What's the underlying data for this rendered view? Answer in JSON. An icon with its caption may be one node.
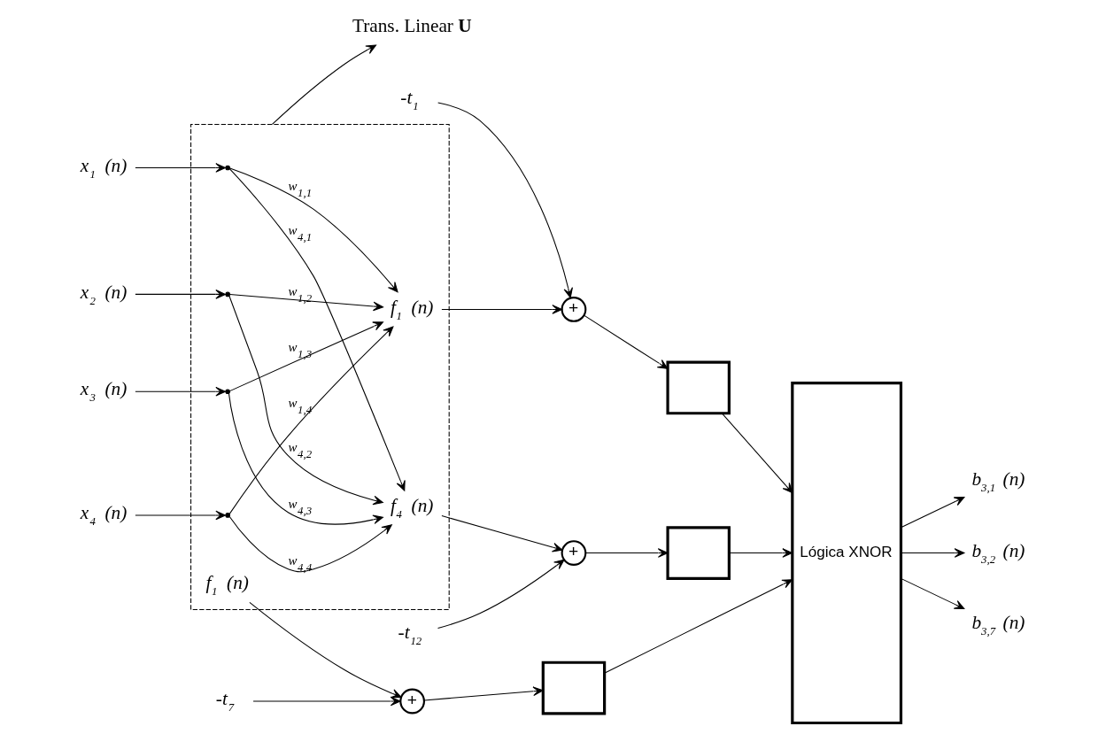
{
  "diagram": {
    "nodes": [
      {
        "text": [],
        "shape": "box"
      },
      {
        "text": [
          "x$_{1}$ (n)"
        ]
      },
      {
        "text": [
          "x$_{2}$ (n)"
        ]
      },
      {
        "text": [
          "x$_{3}$ (n)"
        ]
      },
      {
        "text": [
          "x$_{4}$ (n)"
        ]
      },
      {
        "text": [],
        "shape": "point",
        "in": 0
      },
      {
        "text": [],
        "shape": "point",
        "in": 0
      },
      {
        "text": [],
        "shape": "point",
        "in": 0
      },
      {
        "text": [],
        "shape": "point",
        "in": 0
      },
      {
        "text": [
          "f$_{1}$ (n)"
        ],
        "in": 0
      },
      {
        "text": [
          "f$_{1}$ (n)"
        ],
        "in": 0
      },
      {
        "text": [
          "f$_{4}$ (n)"
        ],
        "in": 0
      },
      {
        "text": [
          "-t$_{1}$"
        ]
      },
      {
        "text": [
          "-t$_{7}$"
        ]
      },
      {
        "text": [
          "-t$_{12}$"
        ]
      },
      {
        "text": [
          "+"
        ]
      },
      {
        "text": [
          "+"
        ]
      },
      {
        "text": [
          "+"
        ]
      },
      {
        "text": [],
        "shape": "box"
      },
      {
        "text": [],
        "shape": "box"
      },
      {
        "text": [],
        "shape": "box"
      },
      {
        "text": [
          "Lógica XNOR"
        ]
      },
      {
        "text": [
          "b$_{3,1}$ (n)"
        ]
      },
      {
        "text": [
          "b$_{3,2}$ (n)"
        ]
      },
      {
        "text": [
          "b$_{3,7}$ (n)"
        ]
      },
      {
        "text": [
          "Trans. Linear **U**"
        ]
      }
    ],
    "edges": [
      {
        "from": 1,
        "to": 5,
        "arrow": "to"
      },
      {
        "from": 2,
        "to": 6,
        "arrow": "to"
      },
      {
        "from": 3,
        "to": 7,
        "arrow": "to"
      },
      {
        "from": 4,
        "to": 8,
        "arrow": "to"
      },
      {
        "from": 5,
        "to": 9,
        "arrow": "to",
        "label": "w$_{1,1}$"
      },
      {
        "from": 6,
        "to": 9,
        "arrow": "to",
        "label": "w$_{1,2}$"
      },
      {
        "from": 7,
        "to": 9,
        "arrow": "to",
        "label": "w$_{1,3}$"
      },
      {
        "from": 8,
        "to": 9,
        "arrow": "to",
        "label": "w$_{1,4}$"
      },
      {
        "from": 5,
        "to": 11,
        "arrow": "to",
        "label": "w$_{4,1}$"
      },
      {
        "from": 6,
        "to": 11,
        "arrow": "to",
        "label": "w$_{4,2}$"
      },
      {
        "from": 7,
        "to": 11,
        "arrow": "to",
        "label": "w$_{4,3}$"
      },
      {
        "from": 8,
        "to": 11,
        "arrow": "to",
        "label": "w$_{4,4}$"
      },
      {
        "from": 9,
        "to": 15,
        "arrow": "to"
      },
      {
        "from": 10,
        "to": 16,
        "arrow": "to"
      },
      {
        "from": 11,
        "to": 17,
        "arrow": "to"
      },
      {
        "from": 12,
        "to": 15,
        "arrow": "to"
      },
      {
        "from": 13,
        "to": 16,
        "arrow": "to"
      },
      {
        "from": 14,
        "to": 17,
        "arrow": "to"
      },
      {
        "from": 15,
        "to": 18,
        "arrow": "to"
      },
      {
        "from": 16,
        "to": 19,
        "arrow": "to"
      },
      {
        "from": 17,
        "to": 20,
        "arrow": "to"
      },
      {
        "from": 18,
        "to": 21,
        "arrow": "to"
      },
      {
        "from": 19,
        "to": 21,
        "arrow": "to"
      },
      {
        "from": 20,
        "to": 21,
        "arrow": "to"
      },
      {
        "from": 21,
        "to": 22,
        "arrow": "to"
      },
      {
        "from": 21,
        "to": 23,
        "arrow": "to"
      },
      {
        "from": 21,
        "to": 24,
        "arrow": "to"
      },
      {
        "from": 0,
        "to": 25,
        "arrow": "to"
      }
    ]
  }
}
